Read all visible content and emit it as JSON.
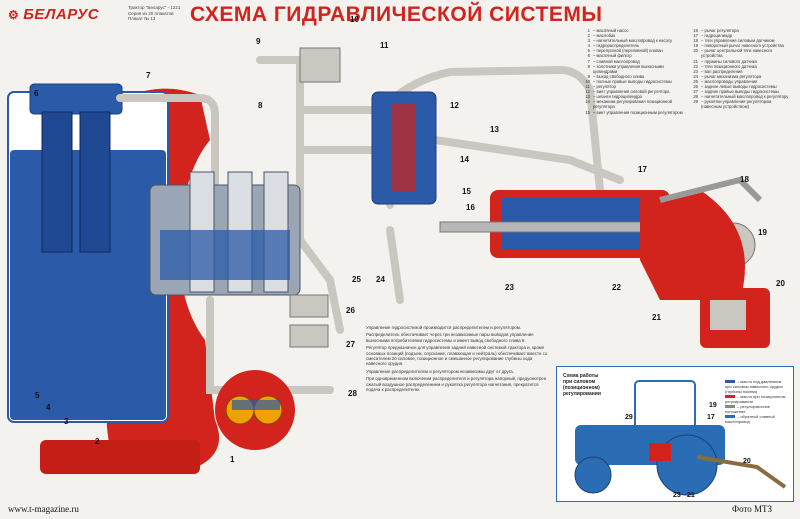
{
  "header": {
    "logo_text": "БЕЛАРУС",
    "logo_mark": "⚙",
    "model_lines": [
      "Трактор \"Беларус\" - 1221",
      "Серия из 20 плакатов",
      "Плакат № 13"
    ],
    "title": "СХЕМА ГИДРАВЛИЧЕСКОЙ СИСТЕМЫ"
  },
  "legend_left": [
    {
      "n": "1",
      "t": "– масляный насос"
    },
    {
      "n": "2",
      "t": "– маслобак"
    },
    {
      "n": "3",
      "t": "– нагнетательный маслопровод к насосу"
    },
    {
      "n": "4",
      "t": "– гидрораспределитель"
    },
    {
      "n": "5",
      "t": "– перепускной (переливной) клапан"
    },
    {
      "n": "6",
      "t": "– масляный фильтр"
    },
    {
      "n": "7",
      "t": "– сливной маслопровод"
    },
    {
      "n": "8",
      "t": "– золотники управления выносными цилиндрами"
    },
    {
      "n": "9",
      "t": "– выход свободного слива"
    },
    {
      "n": "10",
      "t": "– полные правые выводы гидросистемы"
    },
    {
      "n": "11",
      "t": "– регулятор"
    },
    {
      "n": "12",
      "t": "– винт управления силовой регулятора"
    },
    {
      "n": "13",
      "t": "– шланги гидроцилиндра"
    },
    {
      "n": "14",
      "t": "– механизм регулирования позиционной регулятора"
    },
    {
      "n": "15",
      "t": "– винт управления позиционным регулятором"
    }
  ],
  "legend_right": [
    {
      "n": "16",
      "t": "– рычаг регулятора"
    },
    {
      "n": "17",
      "t": "– гидроцилиндр"
    },
    {
      "n": "18",
      "t": "– тяги управления силовым датчиком"
    },
    {
      "n": "19",
      "t": "– поворотный рычаг навесного устройства"
    },
    {
      "n": "20",
      "t": "– рычаг центральной тяги навесного устройства"
    },
    {
      "n": "21",
      "t": "– пружины силового датчика"
    },
    {
      "n": "22",
      "t": "– тяги позиционного датчика"
    },
    {
      "n": "23",
      "t": "– вал распределения"
    },
    {
      "n": "24",
      "t": "– рычаг механизма регулятора"
    },
    {
      "n": "25",
      "t": "– маслопроводы управления"
    },
    {
      "n": "26",
      "t": "– задние левые выводы гидросистемы"
    },
    {
      "n": "27",
      "t": "– задние правые выводы гидросистемы"
    },
    {
      "n": "28",
      "t": "– нагнетательный маслопровод к регулятору"
    },
    {
      "n": "29",
      "t": "– рукоятки управления регулятором (навесным устройством)"
    }
  ],
  "notes": [
    "Управление гидросистемой производится распределителем и регулятором.",
    "Распределитель обеспечивает через три независимые пары выводов управление выносными потребителями гидросистемы и имеет вывод свободного слива 9.",
    "Регулятор предназначен для управления задней навесной системой трактора и, кроме основных позиций (подъем, опускание, плавающая и нейтраль) обеспечивает вместе со смесителем 20 силовое, позиционное и смешанное регулирование глубины хода навесного орудия.",
    "Управление распределителем и регулятором независимы друг от друга.",
    "При одновременном включении распределителя и регулятора напорный, предусмотрен сжатый воздушное распределением и рукоятка регулятора нагнетания, прекратится подача к распределителю."
  ],
  "inset": {
    "title_lines": [
      "Схема работы",
      "при силовом",
      "(позиционном)",
      "регулировании"
    ],
    "legend": [
      {
        "t": "– масло под давлением при силовом навесного орудия (глубины посева)",
        "color": "#2a5aa8"
      },
      {
        "t": "– масло при позиционном регулировании",
        "color": "#d2231c"
      },
      {
        "t": "– регулировочное положение",
        "color": "#888888"
      },
      {
        "t": "– обратный сливной маслопровод",
        "color": "#2a6db5"
      }
    ],
    "callouts": [
      "29",
      "19",
      "17",
      "20",
      "21",
      "23"
    ]
  },
  "footer": {
    "left": "www.t-magazine.ru",
    "right": "Фото МТЗ"
  },
  "callouts": {
    "c1": "1",
    "c2": "2",
    "c3": "3",
    "c4": "4",
    "c5": "5",
    "c6": "6",
    "c7": "7",
    "c8": "8",
    "c9": "9",
    "c10": "10",
    "c11": "11",
    "c12": "12",
    "c13": "13",
    "c14": "14",
    "c15": "15",
    "c16": "16",
    "c17": "17",
    "c18": "18",
    "c19": "19",
    "c20": "20",
    "c21": "21",
    "c22": "22",
    "c23": "23",
    "c24": "24",
    "c25": "25",
    "c26": "26",
    "c27": "27",
    "c28": "28"
  },
  "colors": {
    "oil_blue": "#2a5aa8",
    "housing_red": "#d2231c",
    "pipe_gray": "#c9c7c0",
    "title_red": "#d2231c",
    "inset_border": "#2a6db5"
  }
}
